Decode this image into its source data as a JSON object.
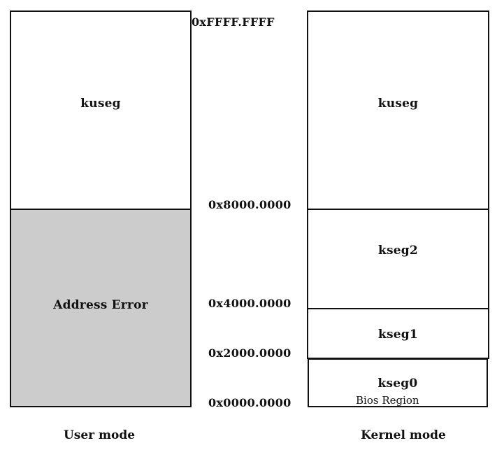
{
  "addresses": {
    "top": "0xFFFF.FFFF",
    "a8000": "0x8000.0000",
    "a4000": "0x4000.0000",
    "a2000": "0x2000.0000",
    "a0000": "0x0000.0000"
  },
  "user": {
    "mode_label": "User mode",
    "kuseg": "kuseg",
    "address_error": "Address Error",
    "colors": {
      "address_error_fill": "#cccccc"
    }
  },
  "kernel": {
    "mode_label": "Kernel mode",
    "kuseg": "kuseg",
    "kseg2": "kseg2",
    "kseg1": "kseg1",
    "kseg0": "kseg0",
    "bios_region": "Bios Region"
  }
}
